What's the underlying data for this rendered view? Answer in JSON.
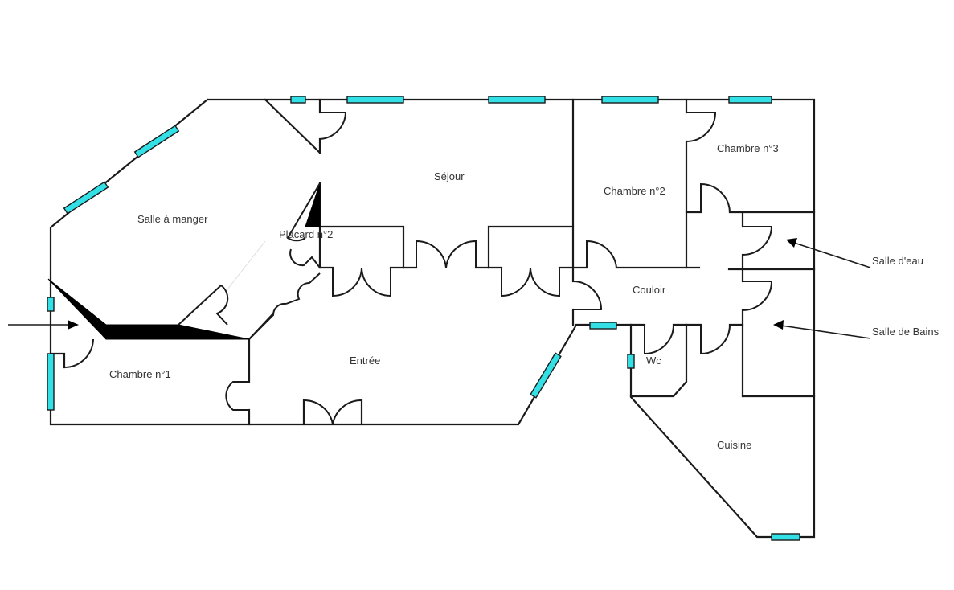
{
  "plan": {
    "colors": {
      "wall": "#1a1a1a",
      "window": "#33e0e6",
      "label": "#333333",
      "background": "#ffffff"
    },
    "rooms": [
      {
        "id": "salle-a-manger",
        "label": "Salle à manger"
      },
      {
        "id": "sejour",
        "label": "Séjour"
      },
      {
        "id": "placard-2",
        "label": "Placard n°2"
      },
      {
        "id": "chambre-1",
        "label": "Chambre n°1"
      },
      {
        "id": "entree",
        "label": "Entrée"
      },
      {
        "id": "chambre-2",
        "label": "Chambre n°2"
      },
      {
        "id": "chambre-3",
        "label": "Chambre n°3"
      },
      {
        "id": "couloir",
        "label": "Couloir"
      },
      {
        "id": "wc",
        "label": "Wc"
      },
      {
        "id": "cuisine",
        "label": "Cuisine"
      }
    ],
    "annotations": [
      {
        "id": "salle-d-eau",
        "label": "Salle d'eau"
      },
      {
        "id": "salle-de-bains",
        "label": "Salle de Bains"
      }
    ],
    "entrance_arrow": {
      "icon": "entrance-arrow-icon"
    }
  }
}
